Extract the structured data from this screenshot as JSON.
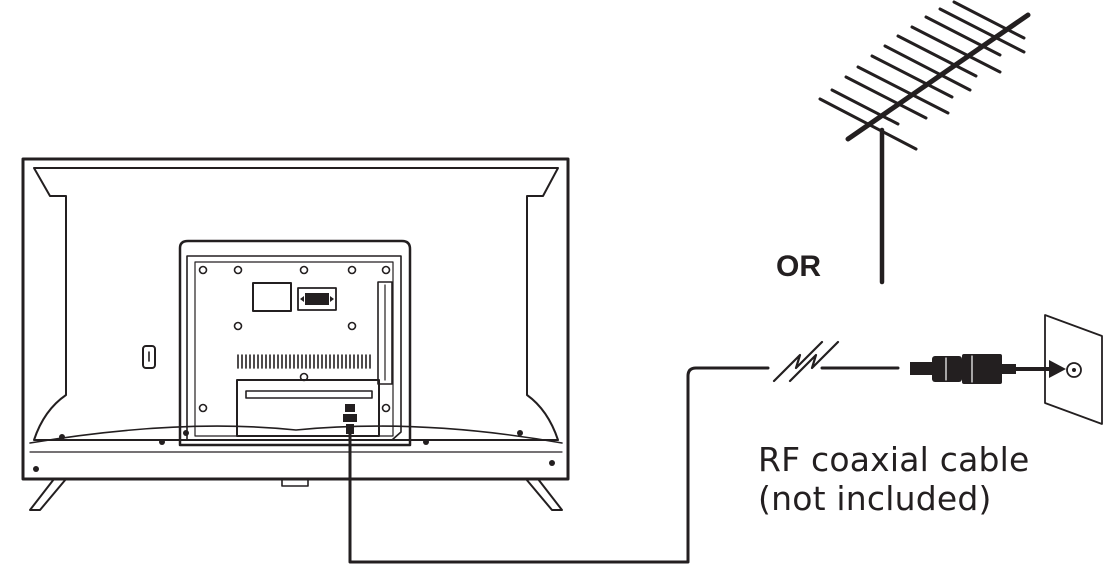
{
  "labels": {
    "or": "OR",
    "cable_line1": "RF coaxial cable",
    "cable_line2": "(not included)"
  },
  "colors": {
    "ink": "#231f20",
    "background": "#ffffff"
  },
  "icons": [
    "tv-back-icon",
    "antenna-icon",
    "wall-outlet-icon",
    "coax-connector-icon",
    "cable-break-icon"
  ]
}
